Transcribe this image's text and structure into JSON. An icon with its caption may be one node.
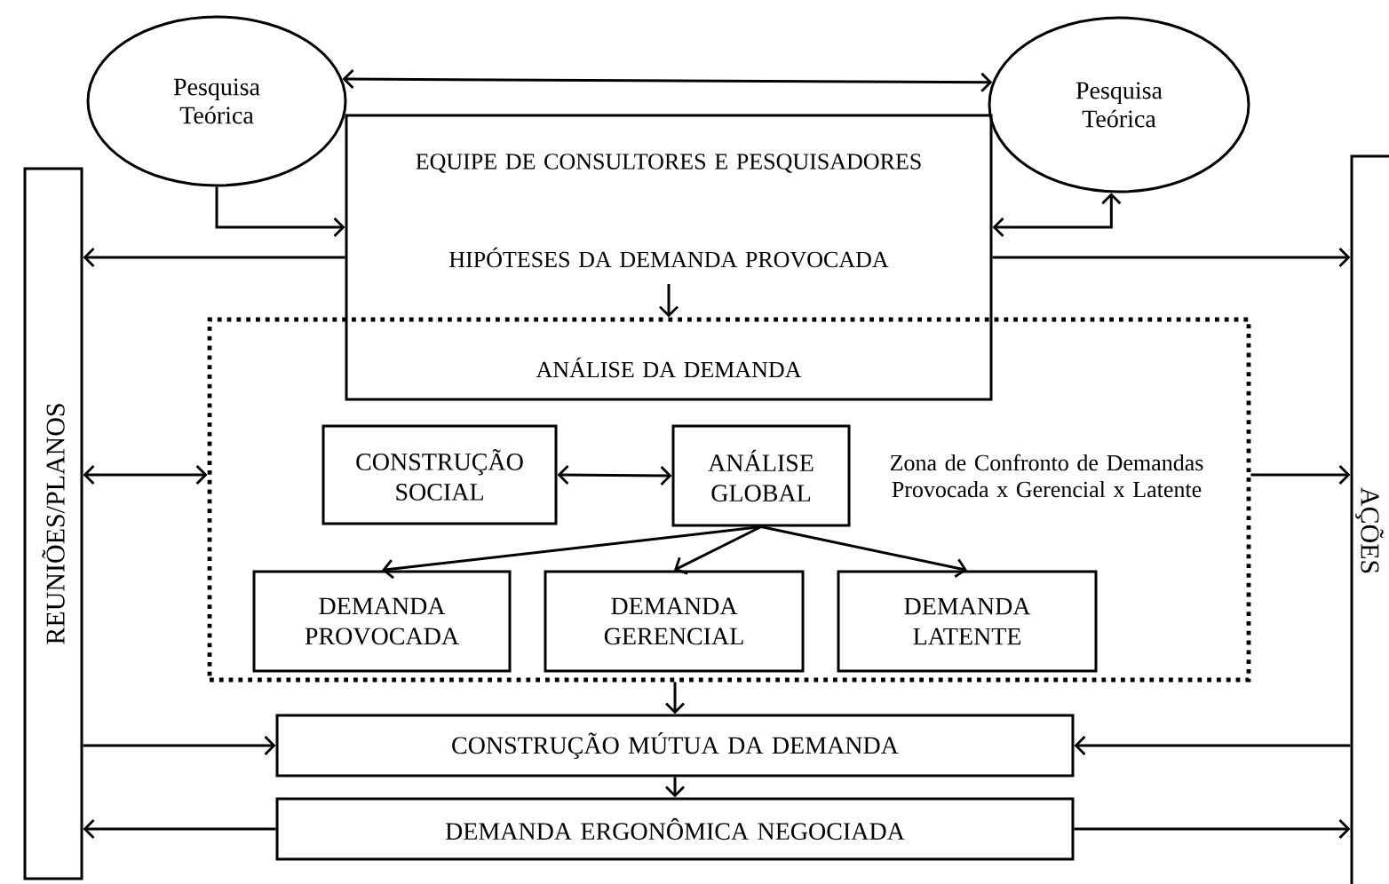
{
  "diagram": {
    "nodes": [
      {
        "text": [
          "Pesquisa Teórica"
        ]
      },
      {
        "text": [
          "Pesquisa Teórica"
        ]
      },
      {
        "text": [
          "EQUIPE DE CONSULTORES E PESQUISADORES",
          "HIPÓTESES DA DEMANDA PROVOCADA",
          "ANÁLISE DA DEMANDA"
        ]
      },
      {
        "text": [
          "Zona de Confronto de Demandas Provocada x Gerencial x Latente"
        ]
      },
      {
        "text": [
          "CONSTRUÇÃO SOCIAL"
        ],
        "in": 3
      },
      {
        "text": [
          "ANÁLISE GLOBAL"
        ],
        "in": 3
      },
      {
        "text": [
          "DEMANDA PROVOCADA"
        ],
        "in": 3
      },
      {
        "text": [
          "DEMANDA GERENCIAL"
        ],
        "in": 3
      },
      {
        "text": [
          "DEMANDA LATENTE"
        ],
        "in": 3
      },
      {
        "text": [
          "CONSTRUÇÃO MÚTUA DA DEMANDA"
        ]
      },
      {
        "text": [
          "DEMANDA ERGONÔMICA NEGOCIADA"
        ]
      },
      {
        "text": [
          "REUNIÕES/PLANOS"
        ]
      },
      {
        "text": [
          "AÇÕES"
        ]
      }
    ],
    "edges": [
      {
        "from": 0,
        "to": 1,
        "arrow": "both"
      },
      {
        "from": 0,
        "to": 2,
        "arrow": "to"
      },
      {
        "from": 2,
        "to": 1,
        "arrow": "both"
      },
      {
        "from": 2,
        "to": 11,
        "arrow": "to"
      },
      {
        "from": 2,
        "to": 12,
        "arrow": "to"
      },
      {
        "from": 2,
        "to": 3,
        "arrow": "to"
      },
      {
        "from": 11,
        "to": 3,
        "arrow": "both"
      },
      {
        "from": 3,
        "to": 12,
        "arrow": "to"
      },
      {
        "from": 4,
        "to": 5,
        "arrow": "both"
      },
      {
        "from": 5,
        "to": 6,
        "arrow": "to"
      },
      {
        "from": 5,
        "to": 7,
        "arrow": "to"
      },
      {
        "from": 5,
        "to": 8,
        "arrow": "to"
      },
      {
        "from": 3,
        "to": 9,
        "arrow": "to"
      },
      {
        "from": 9,
        "to": 10,
        "arrow": "to"
      },
      {
        "from": 11,
        "to": 9,
        "arrow": "to"
      },
      {
        "from": 12,
        "to": 9,
        "arrow": "to"
      },
      {
        "from": 10,
        "to": 11,
        "arrow": "to"
      },
      {
        "from": 10,
        "to": 12,
        "arrow": "to"
      }
    ]
  }
}
